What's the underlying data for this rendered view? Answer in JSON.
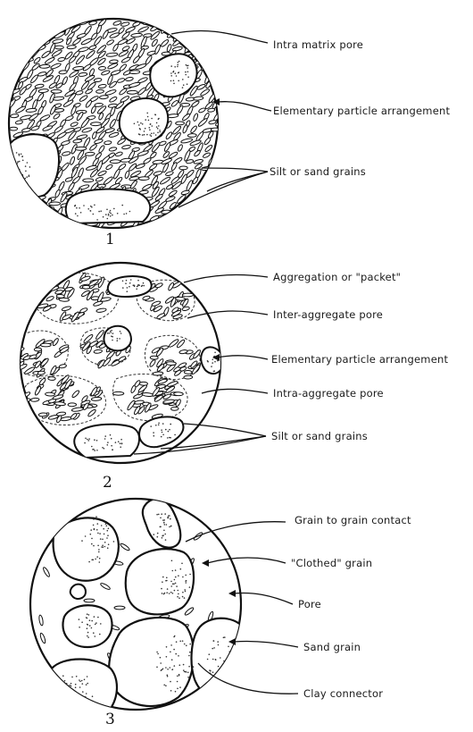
{
  "panels": [
    {
      "number": "1",
      "labels": [
        "Intra matrix pore",
        "Elementary particle arrangement",
        "Silt or sand grains"
      ]
    },
    {
      "number": "2",
      "labels": [
        "Aggregation or \"packet\"",
        "Inter-aggregate pore",
        "Elementary particle arrangement",
        "Intra-aggregate pore",
        "Silt or sand grains"
      ]
    },
    {
      "number": "3",
      "labels": [
        "Grain to grain contact",
        "\"Clothed\" grain",
        "Pore",
        "Sand grain",
        "Clay connector"
      ]
    }
  ]
}
